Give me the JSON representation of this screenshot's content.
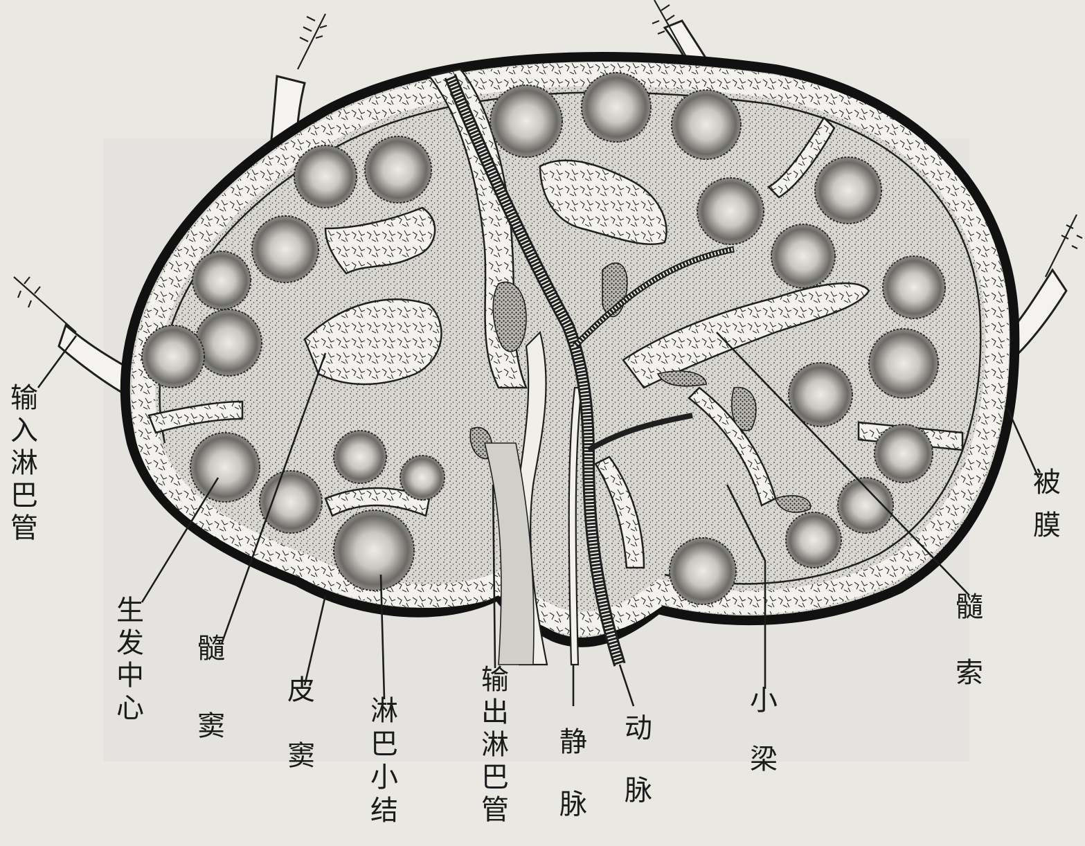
{
  "labels": {
    "afferent": "输入淋巴管",
    "capsule": "被膜",
    "germinal_center": "生发中心",
    "medullary_sinus": "髓窦",
    "cortical_sinus": "皮窦",
    "lymph_nodule": "淋巴小结",
    "efferent": "输出淋巴管",
    "vein": "静脉",
    "artery": "动脉",
    "trabecula": "小梁",
    "medullary_cord": "髓索"
  }
}
